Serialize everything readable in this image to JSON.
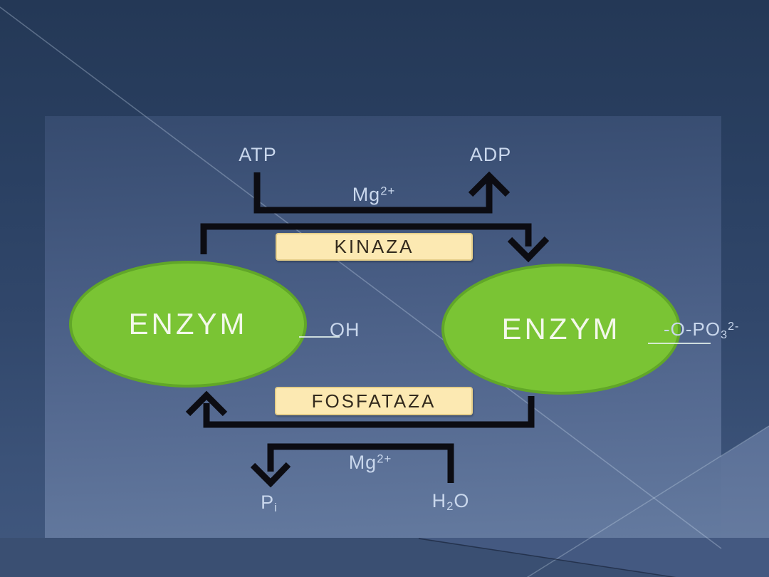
{
  "diagram": {
    "atp_label": "ATP",
    "adp_label": "ADP",
    "mg_top": {
      "base": "Mg",
      "sup": "2+"
    },
    "mg_bottom": {
      "base": "Mg",
      "sup": "2+"
    },
    "kinase_label": "KINAZA",
    "phosphatase_label": "FOSFATAZA",
    "enzyme_left_label": "ENZYM",
    "enzyme_right_label": "ENZYM",
    "hydroxyl_label": "OH",
    "phosphate_label": {
      "base": "-O-PO",
      "sub": "3",
      "sup": "2-"
    },
    "pi_label": {
      "base": "P",
      "sub": "i"
    },
    "water_label": {
      "pre": "H",
      "sub": "2",
      "post": "O"
    }
  },
  "colors": {
    "background_top": "#243856",
    "background_bottom": "#41587f",
    "panel": "#5a6f96",
    "enzyme_fill": "#7ac434",
    "enzyme_border": "#61a728",
    "box_fill": "#fce9b2",
    "box_border": "#e6cf8a",
    "box_text": "#332a1d",
    "arrow": "#0c0c12",
    "label_text": "#c9d7ec",
    "enzyme_text": "#f3f8ea"
  }
}
